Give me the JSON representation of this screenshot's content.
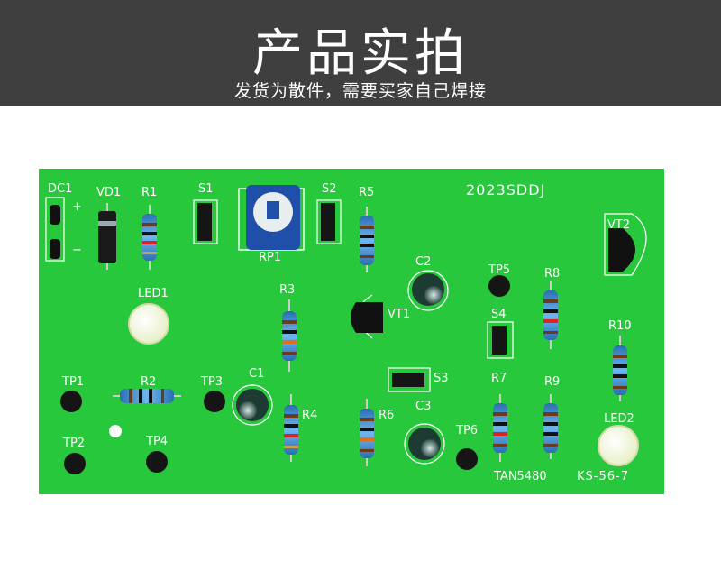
{
  "header": {
    "title": "产品实拍",
    "subtitle": "发货为散件，需要买家自己焊接"
  },
  "board": {
    "model_marking": "2023SDDJ",
    "chip_marking": "TAN5480",
    "led_marking": "KS-56-7",
    "labels": {
      "dc1": "DC1",
      "vd1": "VD1",
      "r1": "R1",
      "s1": "S1",
      "s2": "S2",
      "r5": "R5",
      "rp1": "RP1",
      "vt2": "VT2",
      "led1": "LED1",
      "c2": "C2",
      "tp5": "TP5",
      "r8": "R8",
      "r3": "R3",
      "vt1": "VT1",
      "s4": "S4",
      "r10": "R10",
      "tp1": "TP1",
      "r2": "R2",
      "tp3": "TP3",
      "c1": "C1",
      "s3": "S3",
      "r7": "R7",
      "r9": "R9",
      "r4": "R4",
      "r6": "R6",
      "c3": "C3",
      "led2": "LED2",
      "tp6": "TP6",
      "tp2": "TP2",
      "tp4": "TP4",
      "plus": "+",
      "minus": "−"
    },
    "colors": {
      "board": "#27c83b",
      "resistor": "#3d8fd8",
      "header": "#3f3f3f"
    }
  }
}
